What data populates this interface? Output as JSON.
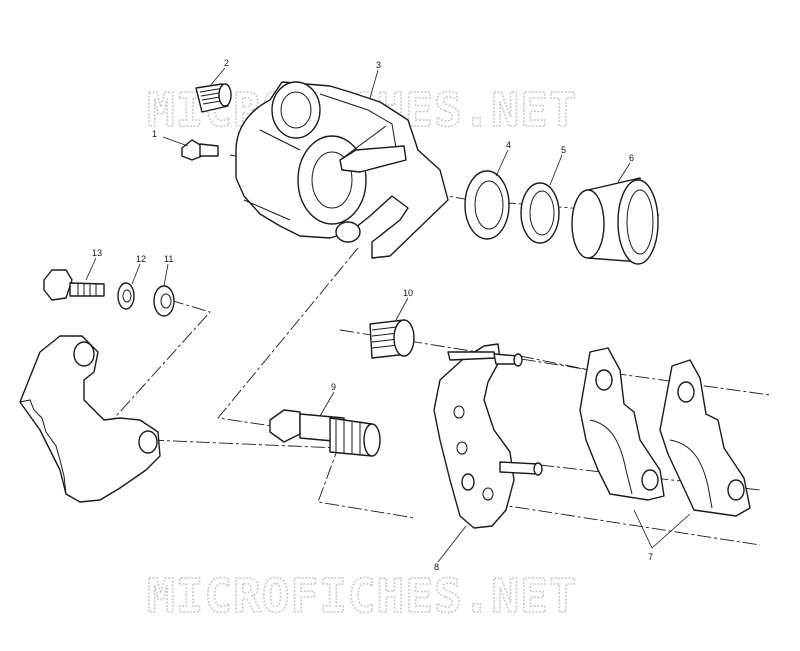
{
  "watermark": {
    "top": "MICROFICHES.NET",
    "bottom": "MICROFICHES.NET"
  },
  "callouts": [
    "1",
    "2",
    "3",
    "4",
    "5",
    "6",
    "7",
    "8",
    "9",
    "10",
    "11",
    "12",
    "13"
  ]
}
